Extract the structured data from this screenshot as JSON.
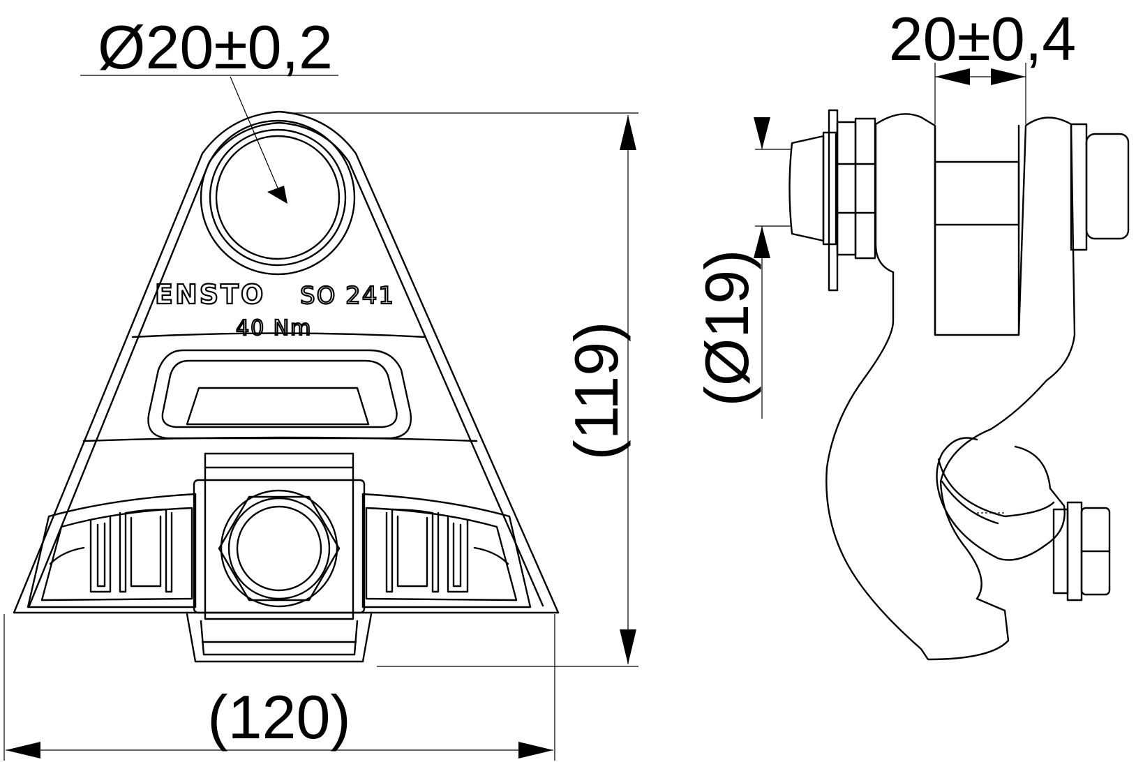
{
  "dimensions": {
    "pin_diameter": "Ø20±0,2",
    "height": "(119)",
    "width": "(120)",
    "jaw_opening": "20±0,4",
    "hook_diameter": "(Ø19)"
  },
  "marking": {
    "brand": "ENSTO",
    "model": "SO 241",
    "torque": "40 Nm"
  }
}
